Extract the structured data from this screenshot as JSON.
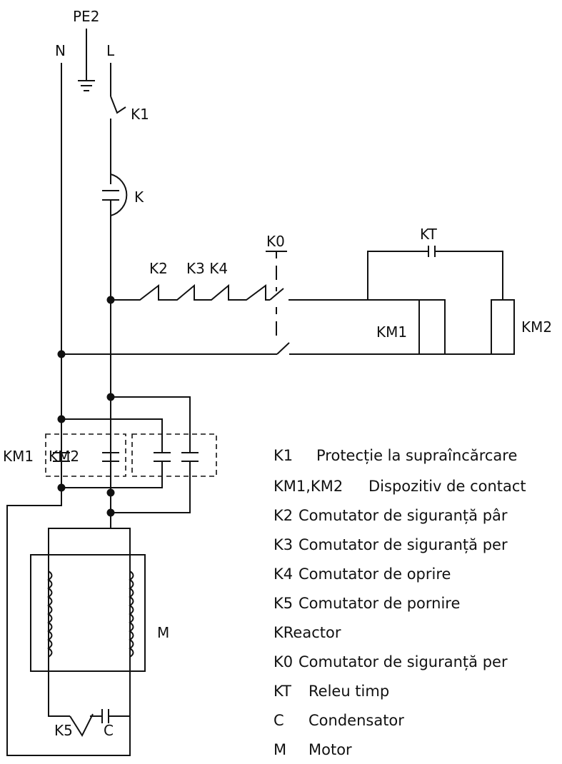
{
  "labels": {
    "pe2": "PE2",
    "n": "N",
    "l": "L",
    "k1": "K1",
    "k": "K",
    "k2": "K2",
    "k3k4": "K3 K4",
    "k0": "K0",
    "kt": "KT",
    "km1_coil": "KM1",
    "km2_coil": "KM2",
    "km1_contact": "KM1",
    "km2_contact": "KM2",
    "m": "M",
    "k5": "K5",
    "c": "C"
  },
  "legend": [
    {
      "code": "K1",
      "text": "Protecție la supraîncărcare"
    },
    {
      "code": "KM1,KM2",
      "text": "Dispozitiv de contact"
    },
    {
      "code": "K2",
      "text": "Comutator de siguranță pâr"
    },
    {
      "code": "K3",
      "text": "Comutator de siguranță per"
    },
    {
      "code": "K4",
      "text": "Comutator de oprire"
    },
    {
      "code": "K5",
      "text": "Comutator de pornire"
    },
    {
      "code": "KReactor",
      "text": ""
    },
    {
      "code": "K0",
      "text": "Comutator de siguranță per"
    },
    {
      "code": "KT",
      "text": "Releu timp"
    },
    {
      "code": "C",
      "text": "Condensator"
    },
    {
      "code": "M",
      "text": "Motor"
    }
  ]
}
